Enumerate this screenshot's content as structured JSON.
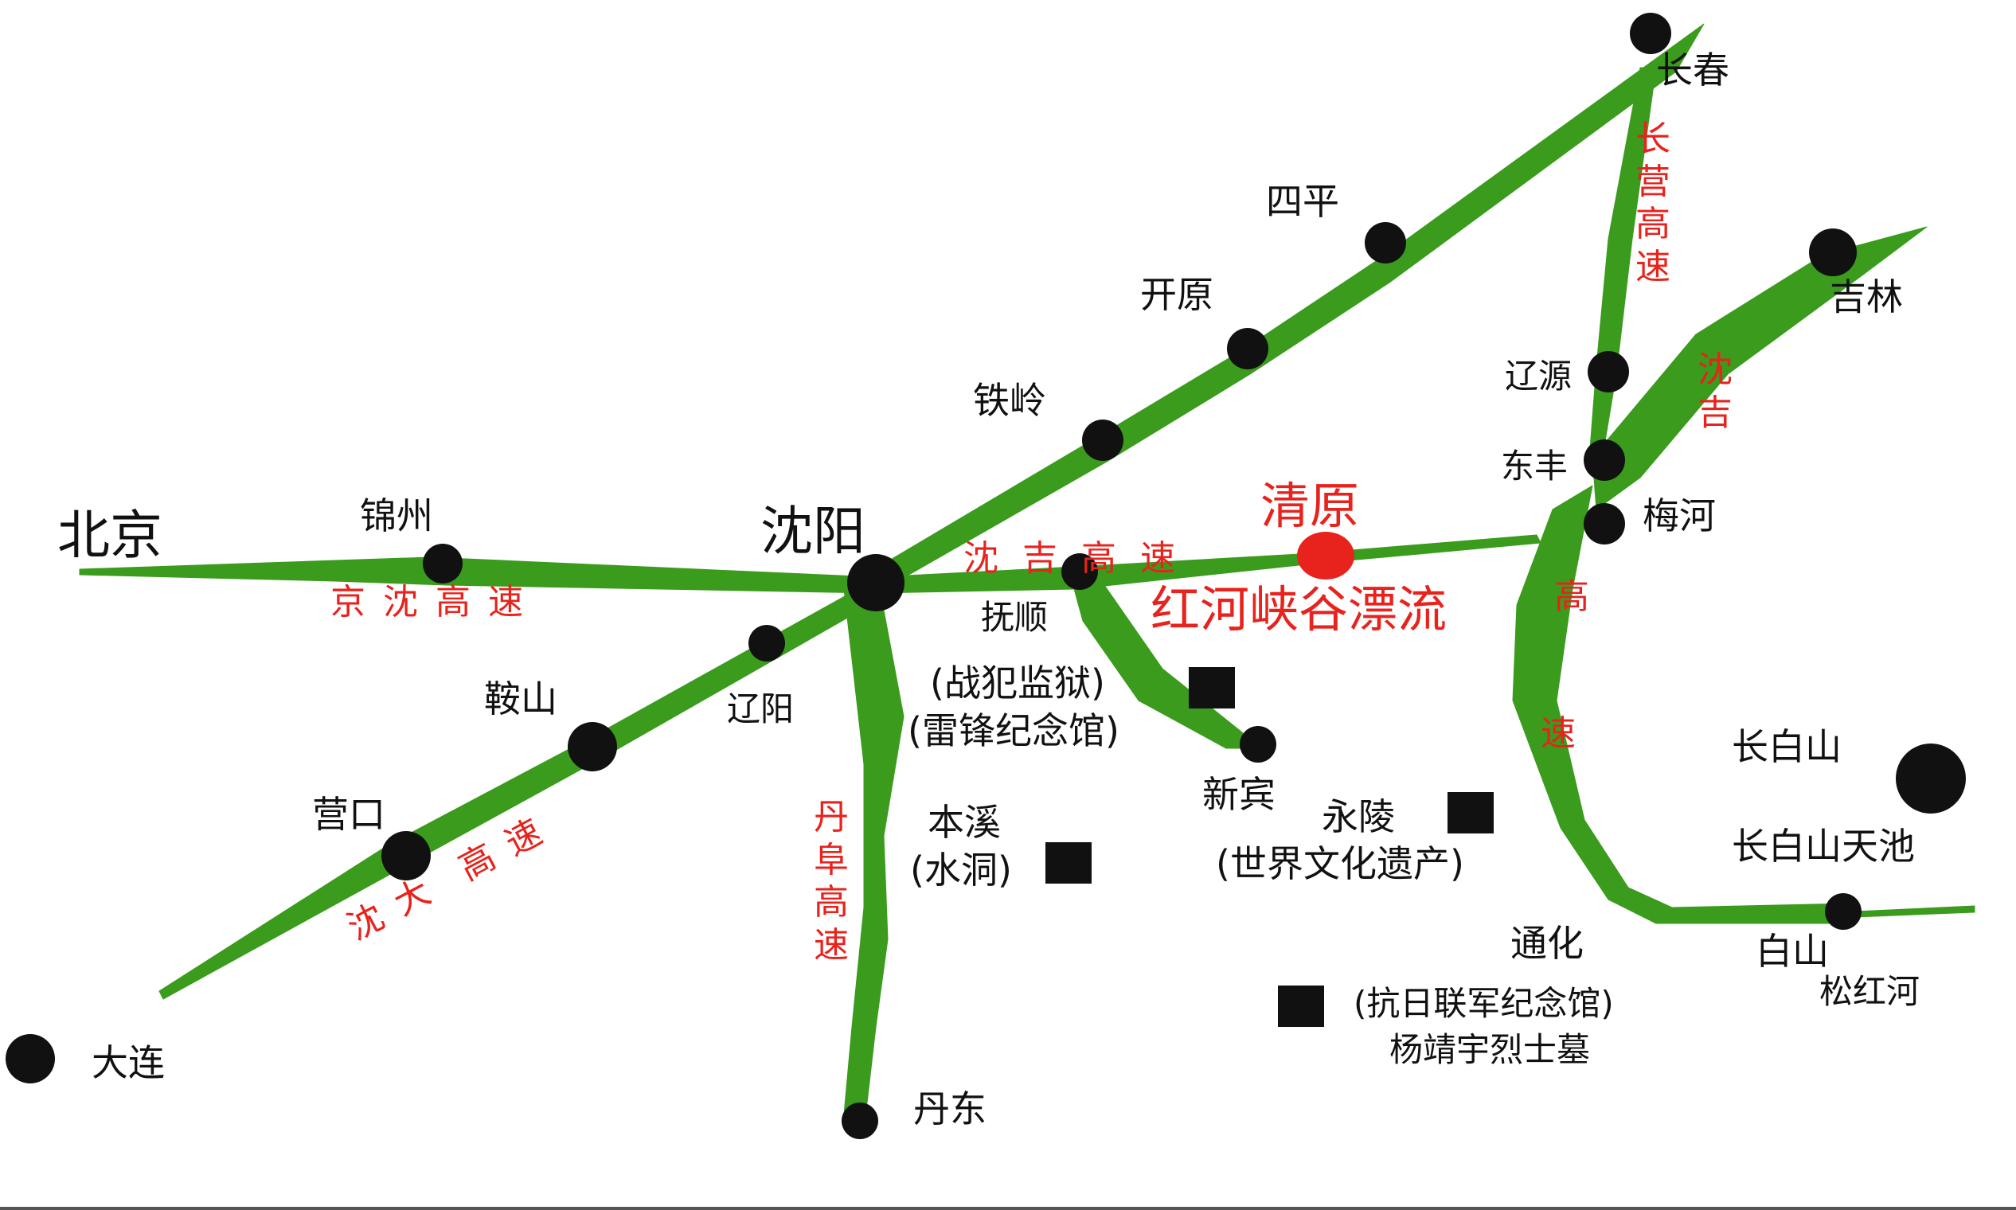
{
  "colors": {
    "road": "#3a9b1d",
    "city_dot": "#111111",
    "highlight": "#e8221c",
    "label": "#111111",
    "route_label": "#e8221c"
  },
  "cities": {
    "beijing": "北京",
    "jinzhou": "锦州",
    "shenyang": "沈阳",
    "tieling": "铁岭",
    "kaiyuan": "开原",
    "siping": "四平",
    "changchun": "长春",
    "jilin": "吉林",
    "liaoyuan": "辽源",
    "dongfeng": "东丰",
    "meihe": "梅河",
    "fushun": "抚顺",
    "liaoyang": "辽阳",
    "anshan": "鞍山",
    "yingkou": "营口",
    "dalian": "大连",
    "dandong": "丹东",
    "xinbin": "新宾",
    "tonghua": "通化",
    "baishan": "白山",
    "changbaishan": "长白山",
    "songhuahe": "松红河"
  },
  "highlight": {
    "qingyuan": "清原",
    "rafting": "红河峡谷漂流"
  },
  "routes": {
    "jingshen": "京沈高速",
    "shenji_east": "沈吉高速",
    "shenda_a": "沈大",
    "shenda_b": "高速",
    "dangfu": "丹阜高速",
    "changying": "长营高速",
    "shenji_north": "沈吉",
    "shenji_south_a": "高",
    "shenji_south_b": "速"
  },
  "attractions": {
    "zhanfan": "(战犯监狱)",
    "leifeng": "(雷锋纪念馆)",
    "benxi": "本溪",
    "shuidong": "(水洞)",
    "yongling": "永陵",
    "yichan": "(世界文化遗产)",
    "tianchi": "长白山天池",
    "kangri": "(抗日联军纪念馆)",
    "yangjingyu": "杨靖宇烈士墓"
  }
}
